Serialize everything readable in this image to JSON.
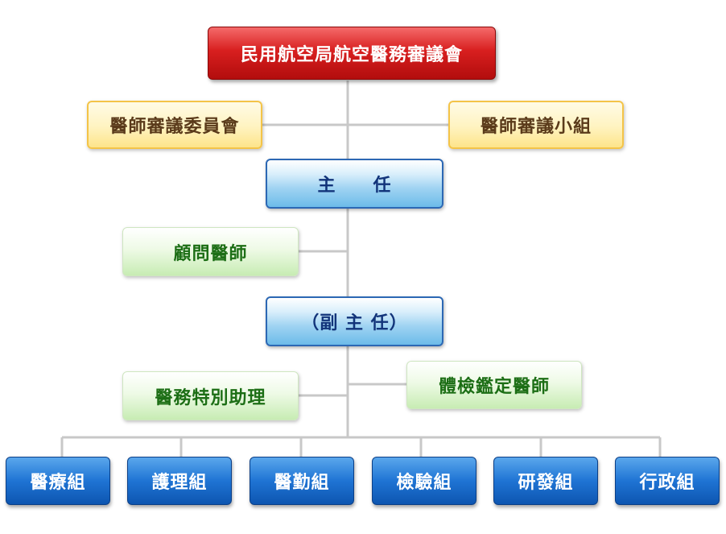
{
  "colors": {
    "connector": "#c8c8c8",
    "head_red": "#d81f1f",
    "committee_yellow": "#fff3c0",
    "director_blue": "#9fd3f2",
    "advisor_green": "#c7ecb3",
    "section_blue": "#1f74d4"
  },
  "nodes": {
    "top": "民用航空局航空醫務審議會",
    "review_committee": "醫師審議委員會",
    "review_group": "醫師審議小組",
    "director": "主　　任",
    "consultant": "顧問醫師",
    "deputy_director": "（副 主 任）",
    "special_assistant": "醫務特別助理",
    "examiner": "體檢鑑定醫師"
  },
  "sections": [
    "醫療組",
    "護理組",
    "醫勤組",
    "檢驗組",
    "研發組",
    "行政組"
  ]
}
